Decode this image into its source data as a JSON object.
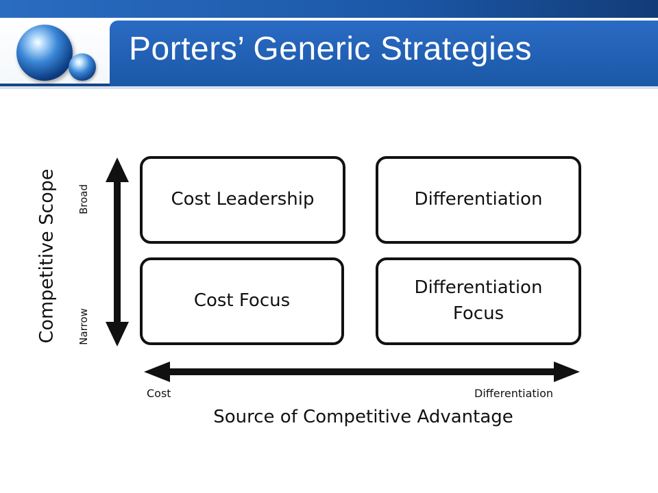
{
  "slide": {
    "title": "Porters’ Generic Strategies"
  },
  "matrix": {
    "quadrants": {
      "top_left": "Cost Leadership",
      "top_right": "Differentiation",
      "bottom_left": "Cost Focus",
      "bottom_right_line1": "Differentiation",
      "bottom_right_line2": "Focus"
    },
    "y_axis": {
      "title": "Competitive Scope",
      "top_label": "Broad",
      "bottom_label": "Narrow"
    },
    "x_axis": {
      "title": "Source of Competitive Advantage",
      "left_label": "Cost",
      "right_label": "Differentiation"
    }
  },
  "colors": {
    "header_blue": "#1a57a5",
    "outline": "#111111"
  },
  "icons": [
    "orb-logo-large",
    "orb-logo-small",
    "double-arrow-vertical",
    "double-arrow-horizontal"
  ]
}
